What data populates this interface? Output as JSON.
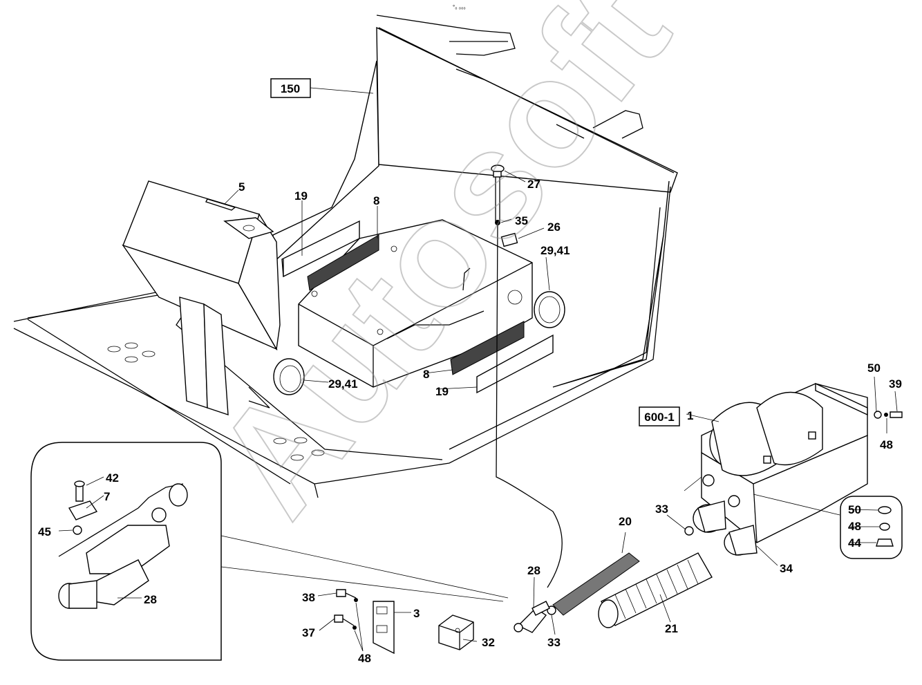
{
  "header_mark": "°₀ ₀₀₀",
  "watermark": "Autosoft",
  "ref_boxes": {
    "frame": "150",
    "heater": "600-1"
  },
  "callouts": {
    "c5": "5",
    "c19a": "19",
    "c8a": "8",
    "c27": "27",
    "c35": "35",
    "c26": "26",
    "c2941a": "29,41",
    "c2941b": "29,41",
    "c8b": "8",
    "c19b": "19",
    "c1": "1",
    "c50a": "50",
    "c39": "39",
    "c48a": "48",
    "c42": "42",
    "c7": "7",
    "c45": "45",
    "c28a": "28",
    "c33a": "33",
    "c20": "20",
    "c50b": "50",
    "c48b": "48",
    "c44": "44",
    "c34": "34",
    "c28b": "28",
    "c38": "38",
    "c3": "3",
    "c37": "37",
    "c48c": "48",
    "c32": "32",
    "c33b": "33",
    "c21": "21"
  }
}
